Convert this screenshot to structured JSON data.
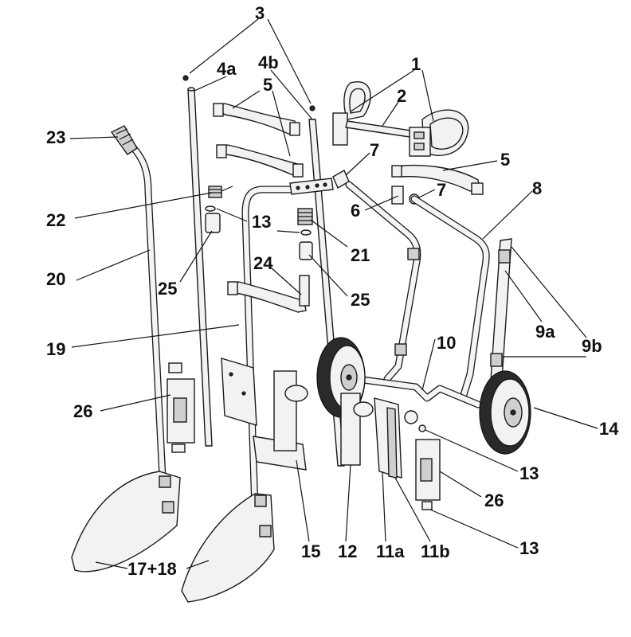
{
  "labels": {
    "l3": "3",
    "l4a": "4a",
    "l4b": "4b",
    "l5a": "5",
    "l5b": "5",
    "l1": "1",
    "l2": "2",
    "l23": "23",
    "l7a": "7",
    "l7b": "7",
    "l6": "6",
    "l8": "8",
    "l22": "22",
    "l13a": "13",
    "l21": "21",
    "l20": "20",
    "l25a": "25",
    "l24": "24",
    "l25b": "25",
    "l9a": "9a",
    "l9b": "9b",
    "l19": "19",
    "l10": "10",
    "l26a": "26",
    "l14": "14",
    "l13b": "13",
    "l26b": "26",
    "l13c": "13",
    "l15": "15",
    "l12": "12",
    "l11a": "11a",
    "l11b": "11b",
    "l1718": "17+18"
  }
}
